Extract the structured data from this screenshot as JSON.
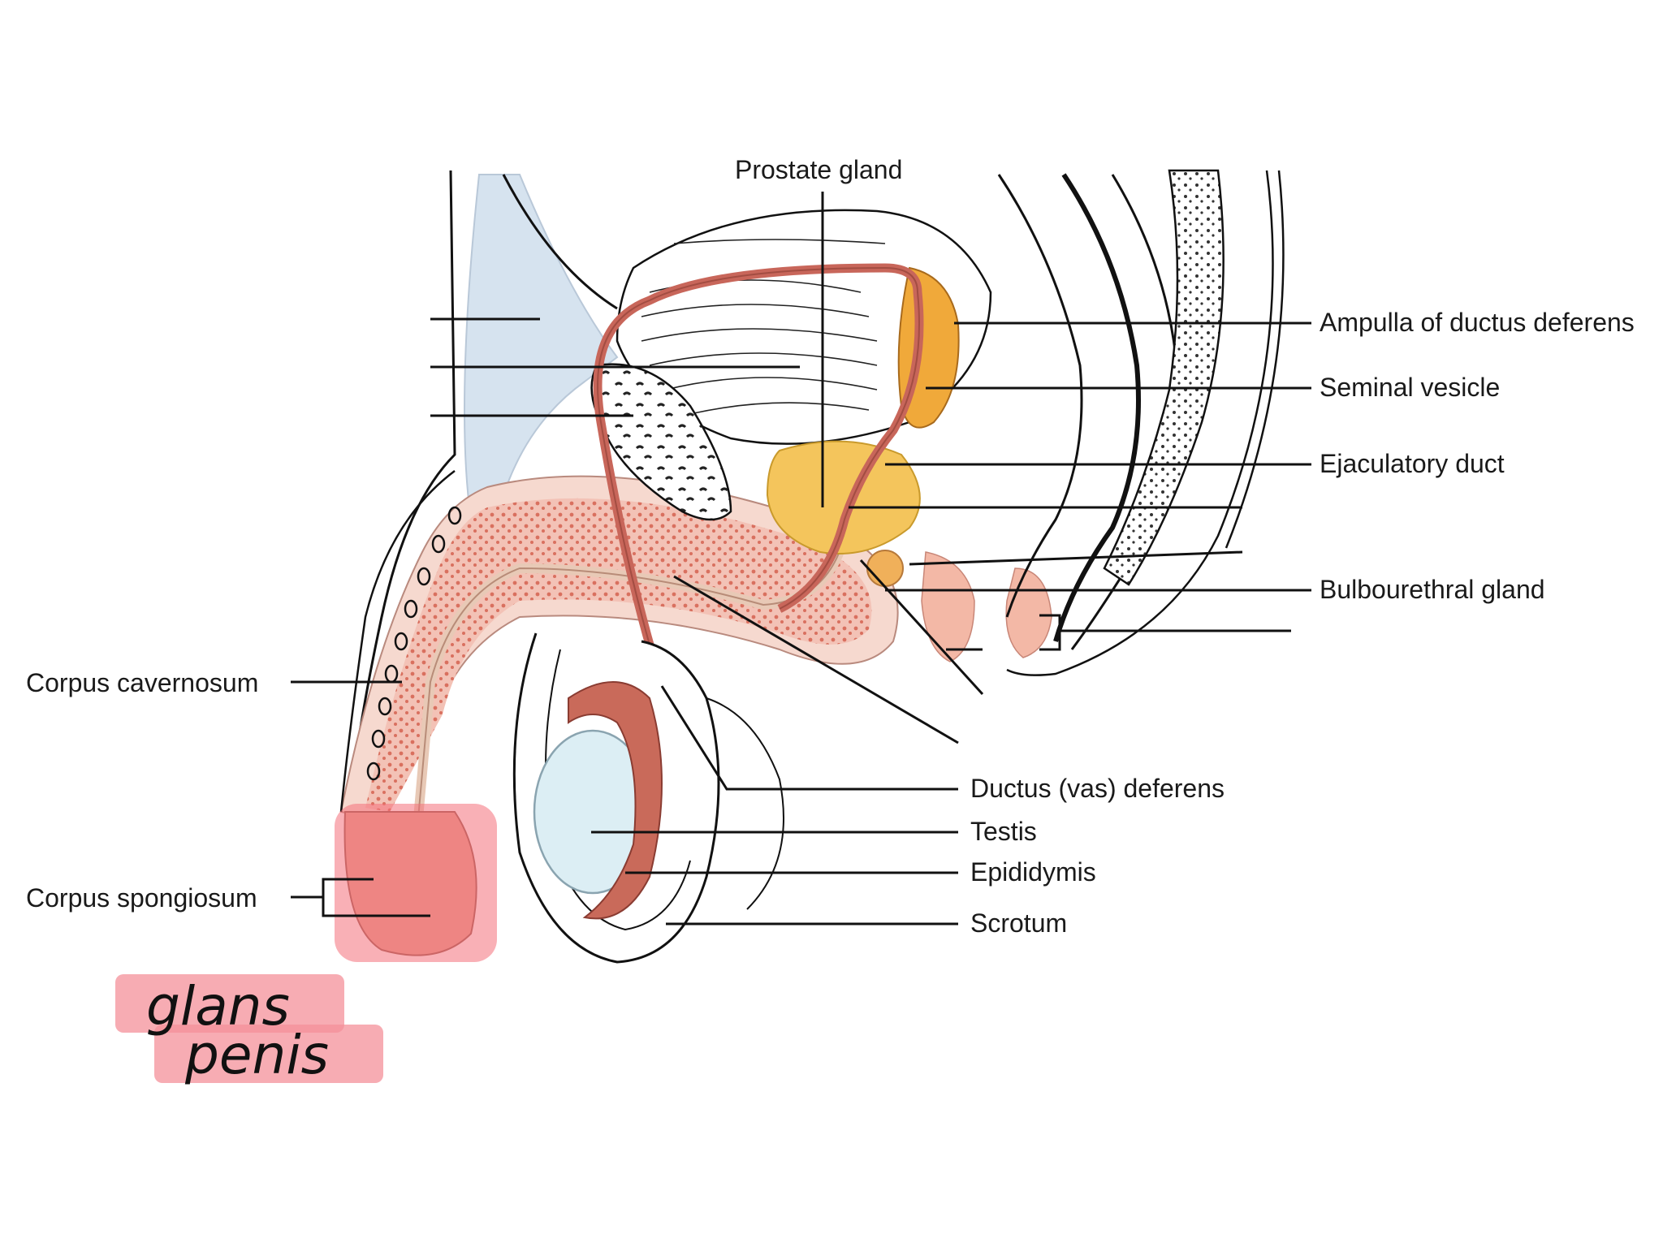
{
  "diagram": {
    "labels": {
      "prostate_gland": "Prostate gland",
      "ampulla": "Ampulla of ductus deferens",
      "seminal_vesicle": "Seminal vesicle",
      "ejaculatory_duct": "Ejaculatory duct",
      "bulbourethral_gland": "Bulbourethral gland",
      "corpus_cavernosum": "Corpus cavernosum",
      "corpus_spongiosum": "Corpus spongiosum",
      "ductus_deferens": "Ductus (vas) deferens",
      "testis": "Testis",
      "epididymis": "Epididymis",
      "scrotum": "Scrotum"
    },
    "annotation": {
      "line1": "glans",
      "line2": "penis"
    },
    "colors": {
      "penis_tissue": "#f1b4a6",
      "spongy_dots": "#d9705f",
      "ductus": "#c8665a",
      "prostate": "#f4c55c",
      "seminal_vesicle": "#f0a93a",
      "testis": "#dceef4",
      "epididymis": "#c96a5a",
      "ligament": "#d6e3ef",
      "highlight": "#f4707a"
    }
  }
}
